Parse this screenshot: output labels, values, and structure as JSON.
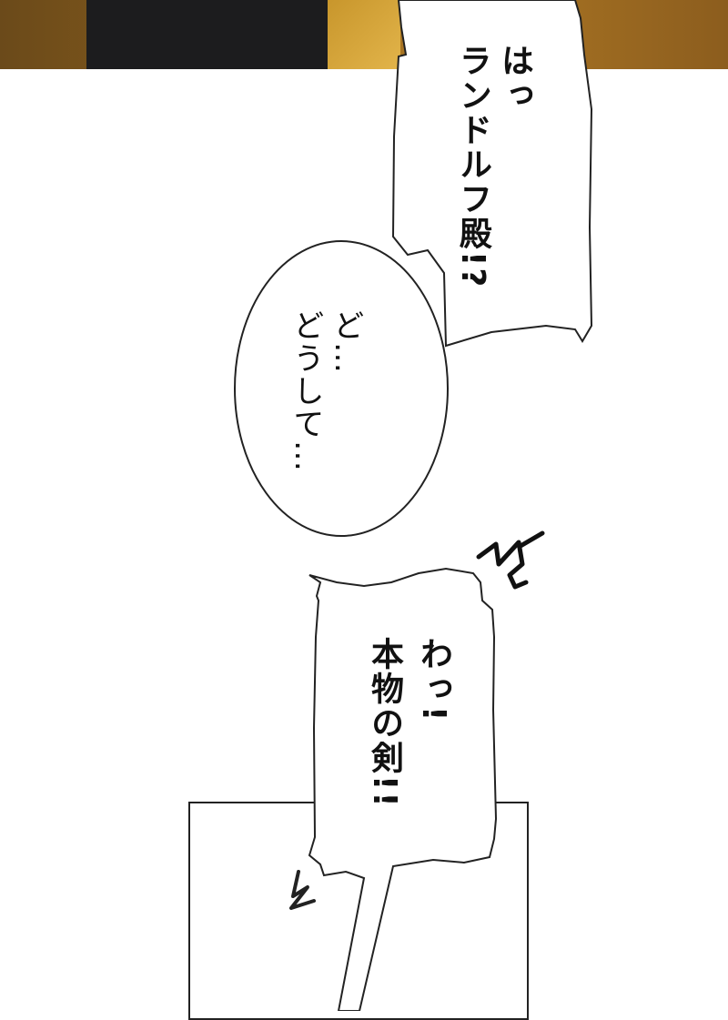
{
  "bubbles": {
    "shout_top": "はっ\nランドルフ殿!?",
    "round_middle": "ど…\nどうして…",
    "shout_bottom": "わっ!\n本物の剣!!"
  },
  "colors": {
    "ink": "#111111",
    "paper": "#ffffff",
    "panel_gold": "#b07a24",
    "panel_dark": "#1c1c1e"
  }
}
